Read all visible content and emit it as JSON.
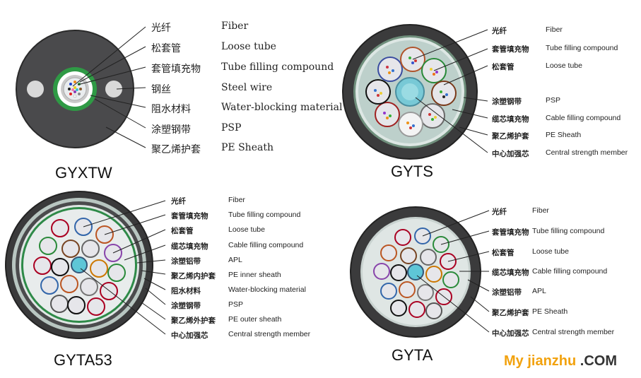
{
  "panels": [
    {
      "title": "GYXTW",
      "labels": [
        {
          "cn": "光纤",
          "en": "Fiber"
        },
        {
          "cn": "松套管",
          "en": "Loose tube"
        },
        {
          "cn": "套管填充物",
          "en": "Tube filling compound"
        },
        {
          "cn": "钢丝",
          "en": "Steel wire"
        },
        {
          "cn": "阻水材料",
          "en": "Water-blocking material"
        },
        {
          "cn": "涂塑钢带",
          "en": "PSP"
        },
        {
          "cn": "聚乙烯护套",
          "en": "PE Sheath"
        }
      ]
    },
    {
      "title": "GYTS",
      "labels": [
        {
          "cn": "光纤",
          "en": "Fiber"
        },
        {
          "cn": "套管填充物",
          "en": "Tube filling compound"
        },
        {
          "cn": "松套管",
          "en": "Loose tube"
        },
        {
          "cn": "涂塑钢带",
          "en": "PSP"
        },
        {
          "cn": "缆芯填充物",
          "en": "Cable filling compound"
        },
        {
          "cn": "聚乙烯护套",
          "en": "PE Sheath"
        },
        {
          "cn": "中心加强芯",
          "en": "Central strength member"
        }
      ]
    },
    {
      "title": "GYTA53",
      "labels": [
        {
          "cn": "光纤",
          "en": "Fiber"
        },
        {
          "cn": "套管填充物",
          "en": "Tube filling compound"
        },
        {
          "cn": "松套管",
          "en": "Loose tube"
        },
        {
          "cn": "缆芯填充物",
          "en": "Cable filling compound"
        },
        {
          "cn": "涂塑铝带",
          "en": "APL"
        },
        {
          "cn": "聚乙烯内护套",
          "en": "PE inner sheath"
        },
        {
          "cn": "阻水材料",
          "en": "Water-blocking material"
        },
        {
          "cn": "涂塑钢带",
          "en": "PSP"
        },
        {
          "cn": "聚乙烯外护套",
          "en": "PE outer sheath"
        },
        {
          "cn": "中心加强芯",
          "en": "Central strength member"
        }
      ]
    },
    {
      "title": "GYTA",
      "labels": [
        {
          "cn": "光纤",
          "en": "Fiber"
        },
        {
          "cn": "套管填充物",
          "en": "Tube filling compound"
        },
        {
          "cn": "松套管",
          "en": "Loose tube"
        },
        {
          "cn": "缆芯填充物",
          "en": "Cable filling compound"
        },
        {
          "cn": "涂塑铝带",
          "en": "APL"
        },
        {
          "cn": "聚乙烯护套",
          "en": "PE Sheath"
        },
        {
          "cn": "中心加强芯",
          "en": "Central strength member"
        }
      ]
    }
  ],
  "watermark": {
    "part1": "My jianzhu",
    "part2": ".COM"
  }
}
